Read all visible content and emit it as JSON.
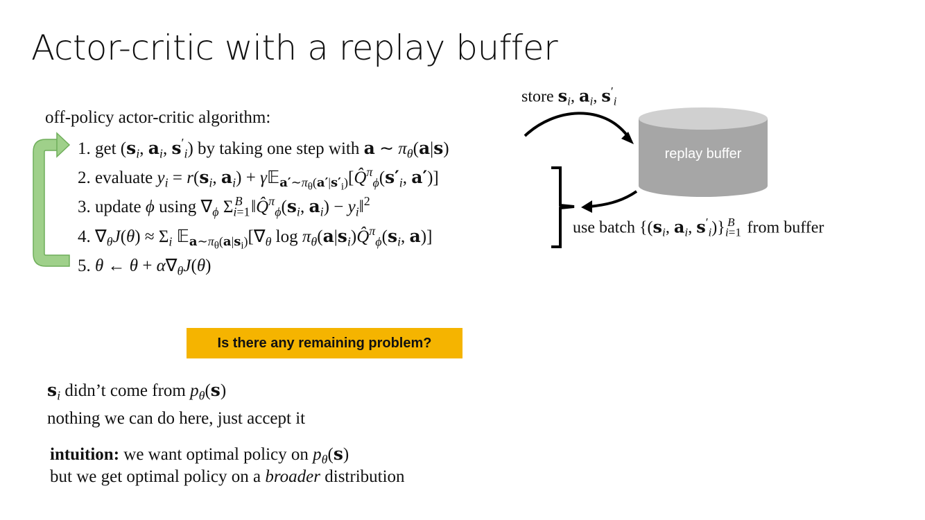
{
  "title": "Actor-critic with a replay buffer",
  "algorithm": {
    "heading": "off-policy actor-critic algorithm:",
    "steps": [
      {
        "num": "1.",
        "text": "get (sᵢ, aᵢ, s′ᵢ) by taking one step with a ∼ π_θ(a|s)"
      },
      {
        "num": "2.",
        "text": "evaluate yᵢ = r(sᵢ, aᵢ) + γ E_{a′∼π_θ(a′|s′ᵢ)} [Q̂^π_φ(s′ᵢ, a′)]"
      },
      {
        "num": "3.",
        "text": "update φ using ∇_φ Σ_{i=1}^{B} ‖Q̂^π_φ(sᵢ, aᵢ) − yᵢ‖²"
      },
      {
        "num": "4.",
        "text": "∇_θ J(θ) ≈ Σᵢ E_{a∼π_θ(a|sᵢ)} [∇_θ log π_θ(a|sᵢ) Q̂^π_φ(sᵢ, a)]"
      },
      {
        "num": "5.",
        "text": "θ ← θ + α∇_θ J(θ)"
      }
    ]
  },
  "replay": {
    "store_label": "store sᵢ, aᵢ, s′ᵢ",
    "buffer_label": "replay buffer",
    "batch_label": "use batch {(sᵢ, aᵢ, s′ᵢ)}_{i=1}^{B} from buffer"
  },
  "callout": "Is there any remaining problem?",
  "notes": {
    "line1": "sᵢ didn’t come from p_θ(s)",
    "line2": "nothing we can do here, just accept it",
    "intuition_bold": "intuition:",
    "intuition_rest": "we want optimal policy on p_θ(s)",
    "line4_a": "but we get optimal policy on a",
    "line4_em": "broader",
    "line4_b": "distribution"
  },
  "colors": {
    "loop_arrow": "#9fd08a",
    "loop_arrow_stroke": "#6fae5a",
    "buffer_body": "#a6a6a6",
    "buffer_top": "#d0d0d0",
    "callout": "#f5b400"
  }
}
